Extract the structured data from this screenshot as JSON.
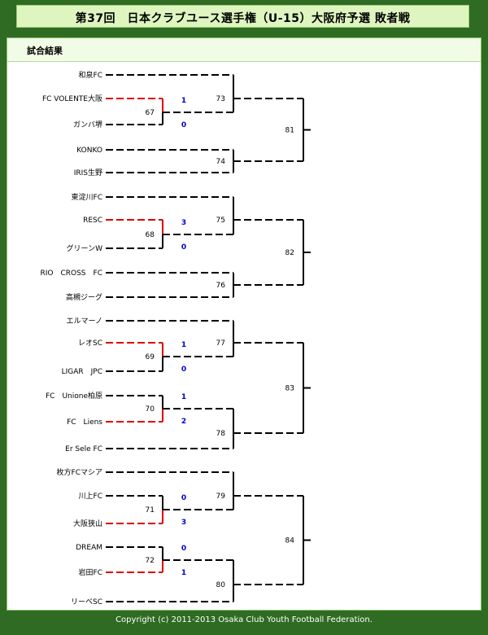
{
  "title": "第37回　日本クラブユース選手権（U-15）大阪府予選 敗者戦",
  "section_title": "試合結果",
  "footer": "Copyright (c) 2011-2013 Osaka Club Youth Football Federation.",
  "colors": {
    "line": "#000000",
    "winner": "#dd0000",
    "score": "#0000cc"
  },
  "teams": [
    "和泉FC",
    "FC VOLENTE大阪",
    "ガンバ堺",
    "KONKO",
    "IRIS生野",
    "東淀川FC",
    "RESC",
    "グリーンW",
    "RIO　CROSS　FC",
    "高槻ジーグ",
    "エルマーノ",
    "レオSC",
    "LIGAR　JPC",
    "FC　Unione柏原",
    "FC　Liens",
    "Er Sele FC",
    "枚方FCマシア",
    "川上FC",
    "大阪狭山",
    "DREAM",
    "岩田FC",
    "リーベSC"
  ],
  "first_round": [
    {
      "no": "67",
      "scores": [
        "1",
        "0"
      ],
      "winner": "top"
    },
    {
      "no": "68",
      "scores": [
        "3",
        "0"
      ],
      "winner": "top"
    },
    {
      "no": "69",
      "scores": [
        "1",
        "0"
      ],
      "winner": "top"
    },
    {
      "no": "70",
      "scores": [
        "1",
        "2"
      ],
      "winner": "bottom"
    },
    {
      "no": "71",
      "scores": [
        "0",
        "3"
      ],
      "winner": "bottom"
    },
    {
      "no": "72",
      "scores": [
        "0",
        "1"
      ],
      "winner": "bottom"
    }
  ],
  "second_round": [
    "73",
    "74",
    "75",
    "76",
    "77",
    "78",
    "79",
    "80"
  ],
  "third_round": [
    "81",
    "82",
    "83",
    "84"
  ]
}
